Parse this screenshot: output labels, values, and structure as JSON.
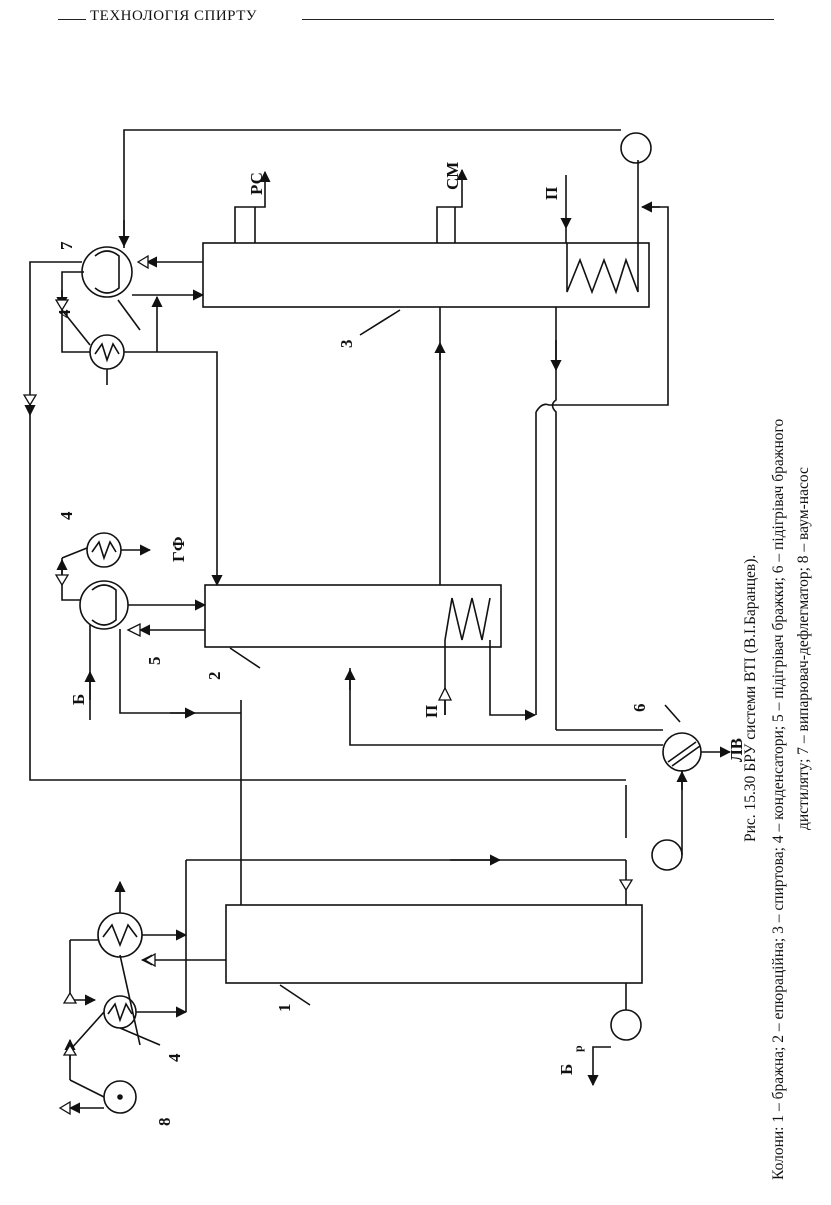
{
  "header": {
    "running_title": "ТЕХНОЛОГІЯ СПИРТУ"
  },
  "figure": {
    "caption": "Рис. 15.30 БРУ системи ВТІ (В.І.Баранцев).",
    "legend_line1": "Колони: 1 – бражна; 2 – епюраційна; 3 – спиртова; 4 – конденсатори; 5 – підігрівач бражки; 6 – підігрівач бражного",
    "legend_line2": "дистиляту; 7 – випарювач-дефлегматор; 8 – ваум-насос"
  },
  "labels": {
    "column_1": "1",
    "column_2": "2",
    "column_3": "3",
    "condenser_4": "4",
    "heater_5": "5",
    "heater_6": "6",
    "evaporator_7": "7",
    "vacuum_pump_8": "8",
    "stream_pc": "РС",
    "stream_cm": "СМ",
    "stream_p": "П",
    "stream_gf": "ГФ",
    "stream_b": "Б",
    "stream_lv": "ЛВ",
    "stream_br": "Б",
    "stream_br_sub": "р"
  }
}
